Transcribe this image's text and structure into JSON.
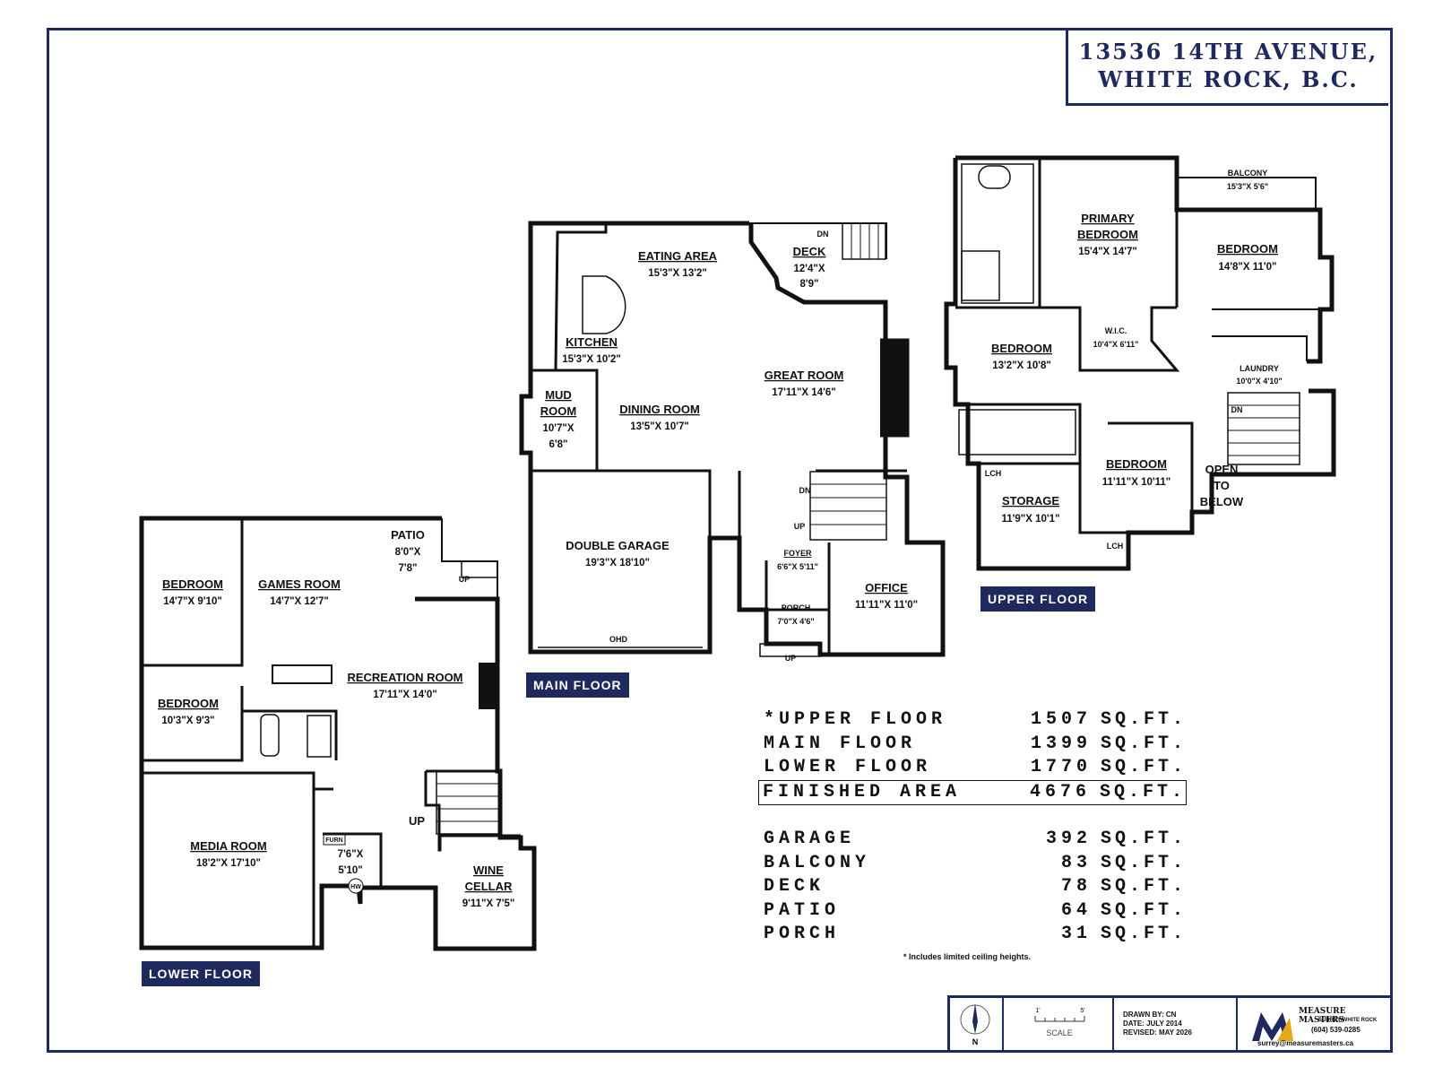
{
  "title": {
    "line1": "13536 14TH AVENUE,",
    "line2": "WHITE ROCK, B.C."
  },
  "floors": {
    "upper": {
      "label": "UPPER FLOOR",
      "rooms": [
        {
          "name": "BALCONY",
          "dims": "15'3\"X 5'6\""
        },
        {
          "name1": "PRIMARY",
          "name2": "BEDROOM",
          "dims": "15'4\"X 14'7\""
        },
        {
          "name": "BEDROOM",
          "dims": "14'8\"X 11'0\""
        },
        {
          "name": "W.I.C.",
          "dims": "10'4\"X 6'11\""
        },
        {
          "name": "BEDROOM",
          "dims": "13'2\"X 10'8\""
        },
        {
          "name": "LAUNDRY",
          "dims": "10'0\"X 4'10\""
        },
        {
          "name": "BEDROOM",
          "dims": "11'11\"X 10'11\""
        },
        {
          "name": "STORAGE",
          "dims": "11'9\"X 10'1\""
        },
        {
          "name1": "OPEN",
          "name2": "TO",
          "name3": "BELOW"
        }
      ],
      "marks": {
        "dn": "DN",
        "lch1": "LCH",
        "lch2": "LCH"
      }
    },
    "main": {
      "label": "MAIN FLOOR",
      "rooms": [
        {
          "name": "EATING AREA",
          "dims": "15'3\"X 13'2\""
        },
        {
          "name": "DECK",
          "dims1": "12'4\"X",
          "dims2": "8'9\""
        },
        {
          "name": "KITCHEN",
          "dims": "15'3\"X 10'2\""
        },
        {
          "name": "GREAT ROOM",
          "dims": "17'11\"X 14'6\""
        },
        {
          "name1": "MUD",
          "name2": "ROOM",
          "dims1": "10'7\"X",
          "dims2": "6'8\""
        },
        {
          "name": "DINING ROOM",
          "dims": "13'5\"X 10'7\""
        },
        {
          "name": "DOUBLE GARAGE",
          "dims": "19'3\"X 18'10\""
        },
        {
          "name": "FOYER",
          "dims": "6'6\"X 5'11\""
        },
        {
          "name": "PORCH",
          "dims": "7'0\"X 4'6\""
        },
        {
          "name": "OFFICE",
          "dims": "11'11\"X 11'0\""
        }
      ],
      "marks": {
        "dn1": "DN",
        "dn2": "DN",
        "up1": "UP",
        "up2": "UP",
        "ohd": "OHD"
      }
    },
    "lower": {
      "label": "LOWER FLOOR",
      "rooms": [
        {
          "name": "PATIO",
          "dims1": "8'0\"X",
          "dims2": "7'8\""
        },
        {
          "name": "BEDROOM",
          "dims": "14'7\"X 9'10\""
        },
        {
          "name": "GAMES ROOM",
          "dims": "14'7\"X 12'7\""
        },
        {
          "name": "RECREATION ROOM",
          "dims": "17'11\"X 14'0\""
        },
        {
          "name": "BEDROOM",
          "dims": "10'3\"X 9'3\""
        },
        {
          "name": "MEDIA ROOM",
          "dims": "18'2\"X 17'10\""
        },
        {
          "name": "",
          "dims1": "7'6\"X",
          "dims2": "5'10\""
        },
        {
          "name1": "WINE",
          "name2": "CELLAR",
          "dims": "9'11\"X 7'5\""
        }
      ],
      "marks": {
        "up1": "UP",
        "up2": "UP",
        "furn": "FURN",
        "hw": "HW"
      }
    }
  },
  "areas": [
    {
      "name": "*UPPER FLOOR",
      "value": "1507",
      "unit": "SQ.FT."
    },
    {
      "name": "MAIN FLOOR",
      "value": "1399",
      "unit": "SQ.FT."
    },
    {
      "name": "LOWER FLOOR",
      "value": "1770",
      "unit": "SQ.FT."
    },
    {
      "name": "FINISHED AREA",
      "value": "4676",
      "unit": "SQ.FT."
    },
    {
      "name": "GARAGE",
      "value": "392",
      "unit": "SQ.FT."
    },
    {
      "name": "BALCONY",
      "value": "83",
      "unit": "SQ.FT."
    },
    {
      "name": "DECK",
      "value": "78",
      "unit": "SQ.FT."
    },
    {
      "name": "PATIO",
      "value": "64",
      "unit": "SQ.FT."
    },
    {
      "name": "PORCH",
      "value": "31",
      "unit": "SQ.FT."
    }
  ],
  "footnote": "* Includes limited ceiling heights.",
  "titleblock": {
    "north": "N",
    "scale_label": "SCALE",
    "scale_start": "1'",
    "scale_end": "5'",
    "drawn_by": "DRAWN BY: CN",
    "date": "DATE: JULY 2014",
    "revised": "REVISED: MAY 2026",
    "company": "MEASURE MASTERS",
    "region": "SURREY/WHITE ROCK",
    "phone": "(604) 539-0285",
    "email": "surrey@measuremasters.ca"
  },
  "colors": {
    "navy": "#1e2a5e",
    "wall": "#111111"
  }
}
